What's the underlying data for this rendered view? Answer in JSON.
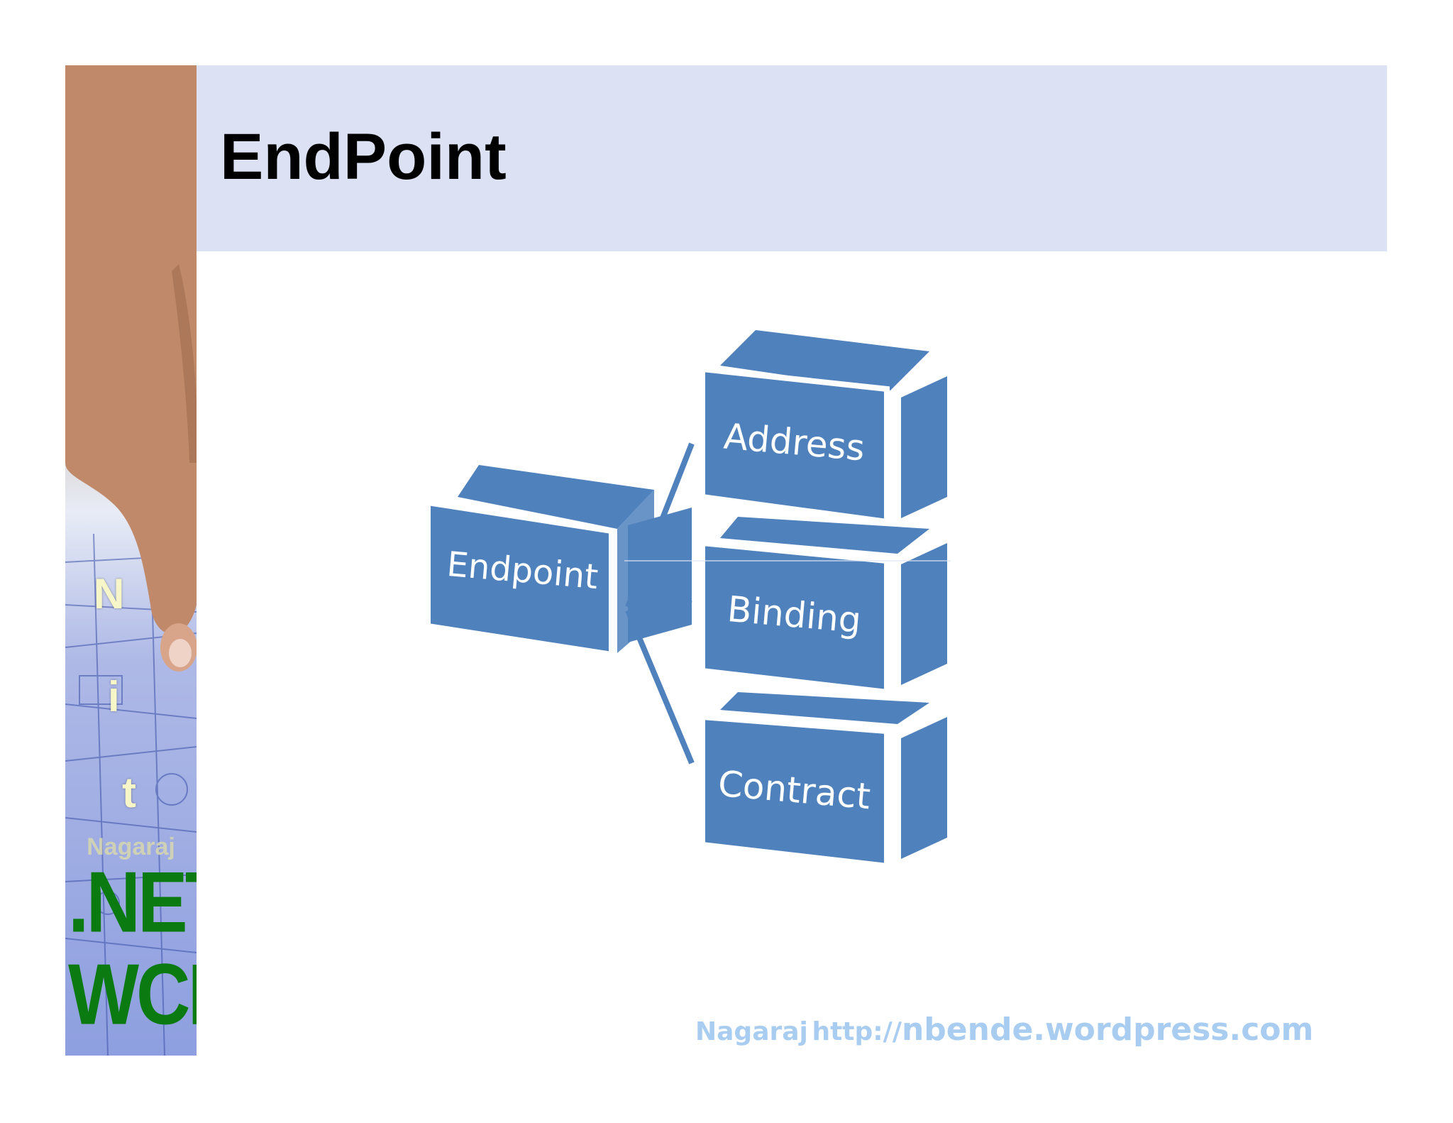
{
  "slide": {
    "title": "EndPoint"
  },
  "logo": {
    "vertical_letters": [
      "N",
      "i",
      "t"
    ],
    "author": "Nagaraj",
    "line1": ".NET",
    "line2": "WCF"
  },
  "diagram": {
    "root": "Endpoint",
    "children": [
      "Address",
      "Binding",
      "Contract"
    ],
    "box_color": "#4f81bd"
  },
  "footer": {
    "author": "Nagaraj",
    "protocol": "http://",
    "domain": "nbende.wordpress.com",
    "color": "#a9cdf0"
  }
}
